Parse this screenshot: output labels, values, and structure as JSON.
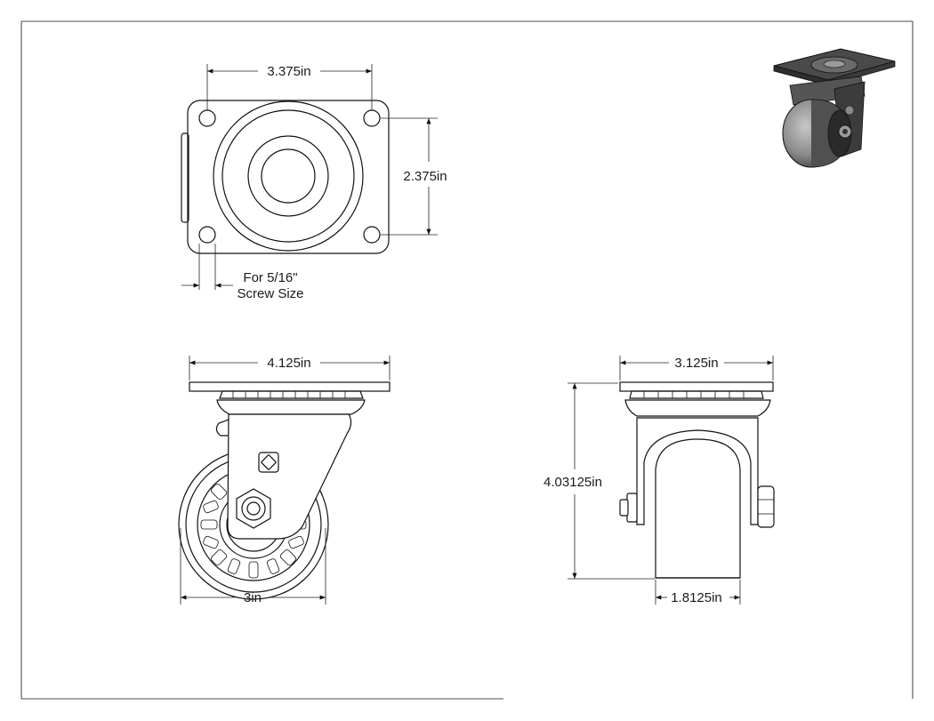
{
  "drawing": {
    "views": [
      "top-view",
      "side-view",
      "front-view",
      "isometric-view"
    ]
  },
  "dimensions": {
    "top_width": "3.375in",
    "top_height": "2.375in",
    "screw_note_line1": "For 5/16\"",
    "screw_note_line2": "Screw Size",
    "side_plate_width": "4.125in",
    "wheel_diameter": "3in",
    "front_plate_width": "3.125in",
    "overall_height": "4.03125in",
    "wheel_width": "1.8125in"
  }
}
